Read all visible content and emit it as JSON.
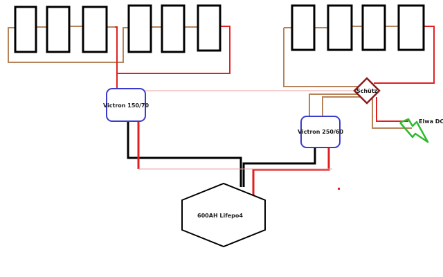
{
  "labels": {
    "controller_a": "Victron 150/70",
    "controller_b": "Victron 250/60",
    "battery": "600AH Lifepo4",
    "contactor": "Schütz",
    "heater": "Elwa DC"
  },
  "colors": {
    "panel_fill": "#ffffff",
    "panel_stroke": "#000000",
    "wire_positive": "#e02020",
    "wire_negative": "#000000",
    "wire_pv": "#b5835a",
    "wire_thin": "#e8a0a0",
    "controller_stroke": "#3a3acc",
    "contactor_stroke": "#8b1a1a",
    "heater_stroke": "#2cbb2c"
  },
  "icons": {
    "heater": "lightning-bolt-icon",
    "contactor": "diamond-icon"
  }
}
